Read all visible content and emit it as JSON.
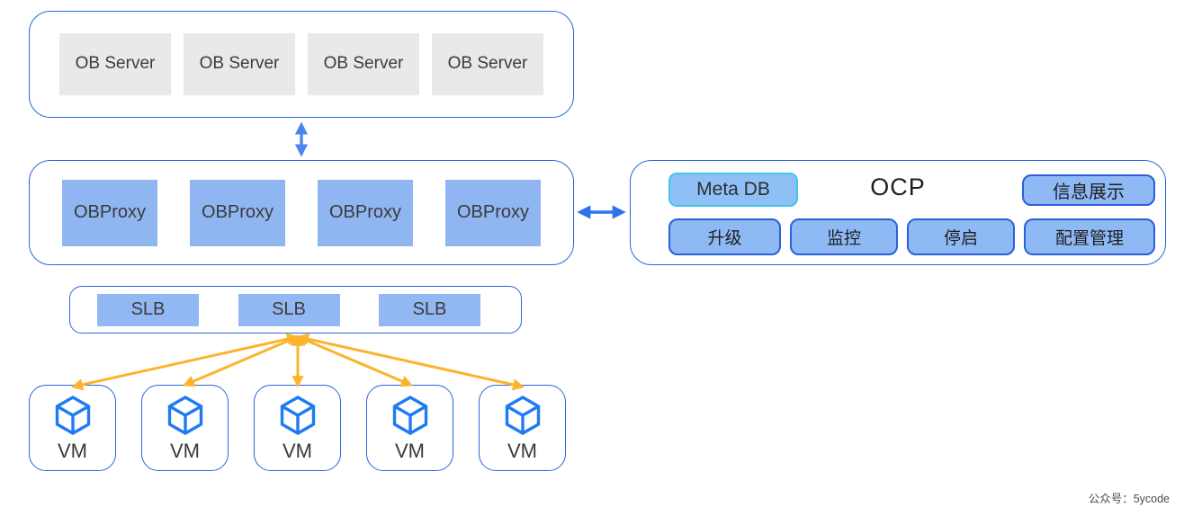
{
  "colors": {
    "container_border": "#2767db",
    "blue_box_fill": "#90b6f2",
    "gray_box_fill": "#e9e9e9",
    "metadb_border": "#41c6ee",
    "ocp_chip_border": "#2b60d9",
    "blue_arrow": "#4a86f0",
    "yellow_arrow": "#fbb42c",
    "dark_text": "#3c3c3c"
  },
  "ob_cluster": {
    "servers": [
      "OB Server",
      "OB Server",
      "OB Server",
      "OB Server"
    ]
  },
  "obproxy_cluster": {
    "proxies": [
      "OBProxy",
      "OBProxy",
      "OBProxy",
      "OBProxy"
    ]
  },
  "ocp": {
    "title": "OCP",
    "meta_db_label": "Meta DB",
    "info_display_label": "信息展示",
    "actions": [
      "升级",
      "监控",
      "停启",
      "配置管理"
    ]
  },
  "slb_cluster": {
    "nodes": [
      "SLB",
      "SLB",
      "SLB"
    ]
  },
  "vm_row": {
    "labels": [
      "VM",
      "VM",
      "VM",
      "VM",
      "VM"
    ]
  },
  "footer": {
    "watermark": "公众号：5ycode"
  }
}
